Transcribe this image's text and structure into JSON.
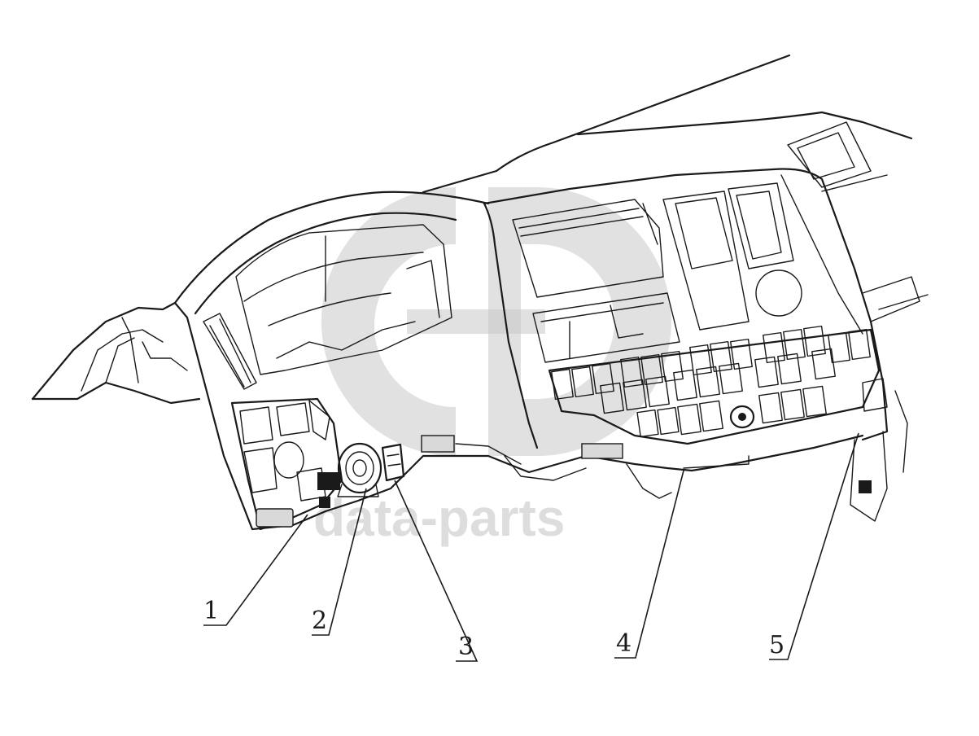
{
  "watermark": {
    "text": "data-parts",
    "logo_icon": "gb-logo-icon"
  },
  "callouts": [
    {
      "id": "1",
      "label": "1"
    },
    {
      "id": "2",
      "label": "2"
    },
    {
      "id": "3",
      "label": "3"
    },
    {
      "id": "4",
      "label": "4"
    },
    {
      "id": "5",
      "label": "5"
    }
  ]
}
